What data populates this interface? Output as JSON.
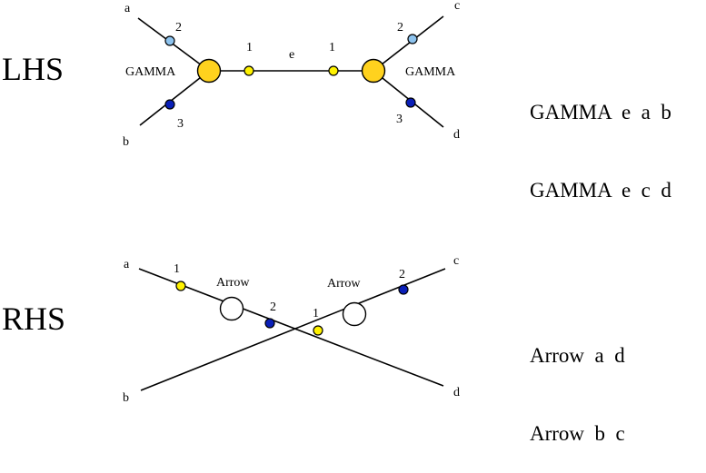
{
  "lhs": {
    "label": "LHS",
    "expressions": [
      "GAMMA  e  a  b",
      "GAMMA  e  c  d"
    ],
    "nodes": {
      "left_vertex": "GAMMA",
      "right_vertex": "GAMMA"
    },
    "edges": {
      "center": "e",
      "top_left": "a",
      "bottom_left": "b",
      "top_right": "c",
      "bottom_right": "d"
    },
    "ports": {
      "left_top": "2",
      "left_bottom": "3",
      "left_center": "1",
      "right_center": "1",
      "right_top": "2",
      "right_bottom": "3"
    }
  },
  "rhs": {
    "label": "RHS",
    "expressions": [
      "Arrow  a  d",
      "Arrow  b  c"
    ],
    "nodes": {
      "left_vertex": "Arrow",
      "right_vertex": "Arrow"
    },
    "edges": {
      "top_left": "a",
      "bottom_left": "b",
      "top_right": "c",
      "bottom_right": "d"
    },
    "ports": {
      "left_in": "1",
      "left_out": "2",
      "right_in": "1",
      "right_out": "2"
    }
  },
  "colors": {
    "principal_port": "#FFD21E",
    "aux_port_light": "#8DC3EE",
    "aux_port_dark": "#0A1FB8",
    "small_yellow_port": "#FFF200",
    "arrow_node": "#FFFFFF",
    "stroke": "#000000"
  }
}
